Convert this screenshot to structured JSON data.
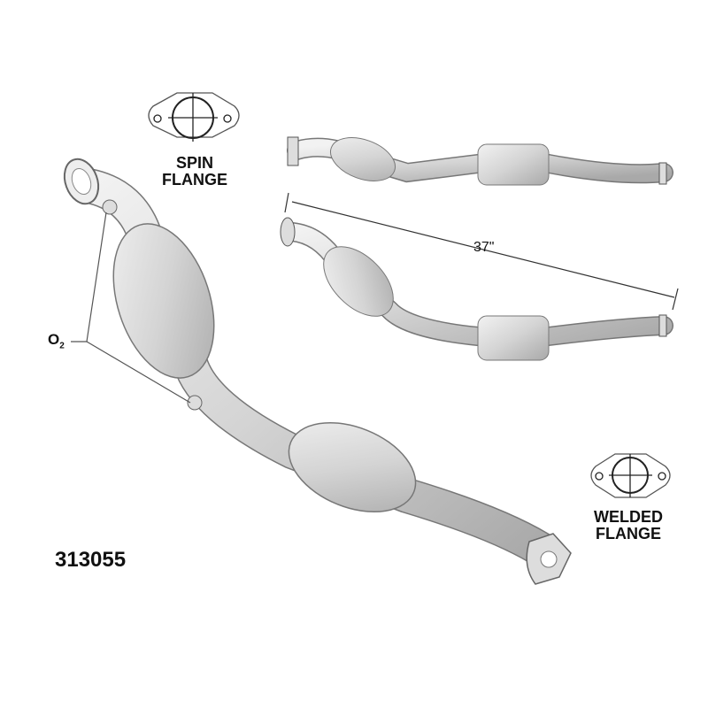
{
  "labels": {
    "spin_flange_line1": "SPIN",
    "spin_flange_line2": "FLANGE",
    "welded_flange_line1": "WELDED",
    "welded_flange_line2": "FLANGE",
    "o2_sensor_main": "O",
    "o2_sensor_sub": "2",
    "length_dimension": "37\"",
    "part_number": "313055"
  }
}
